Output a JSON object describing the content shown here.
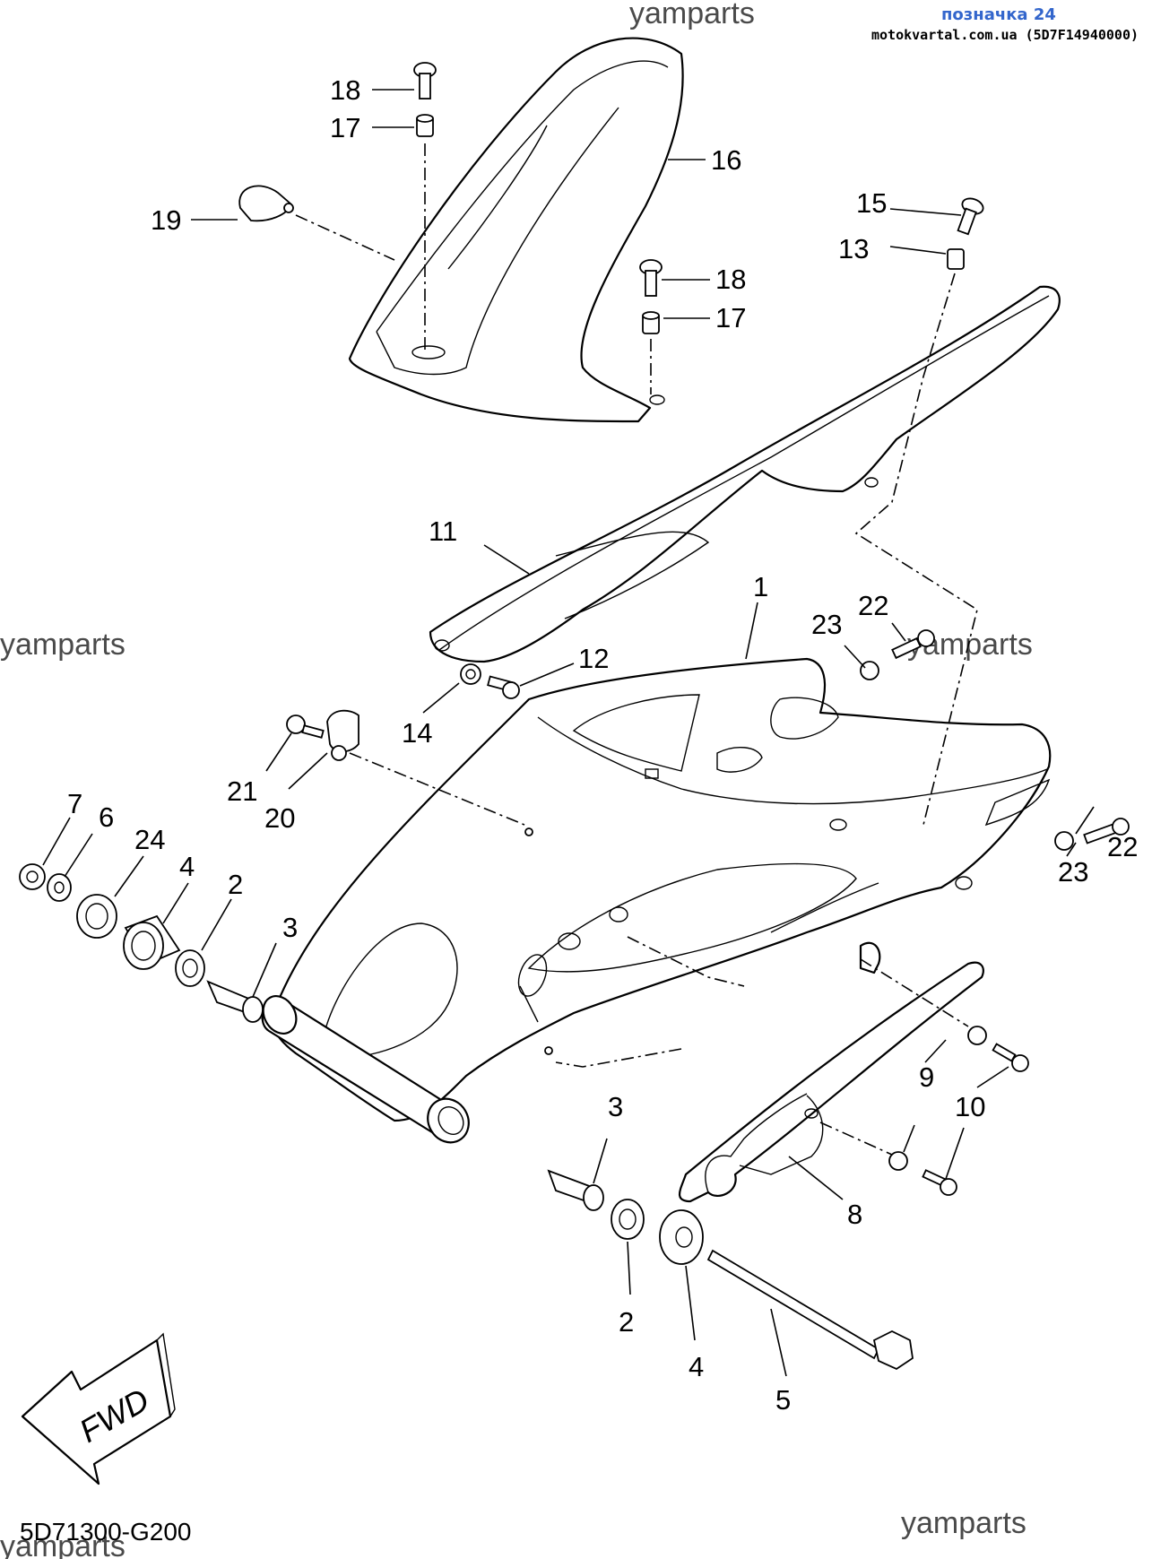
{
  "header": {
    "tag": "позначка 24",
    "site": "motokvartal.com.ua (5D7F14940000)"
  },
  "watermark": "yamparts",
  "diagram_code": "5D71300-G200",
  "fwd_label": "FWD",
  "callouts": [
    "1",
    "2",
    "3",
    "4",
    "5",
    "6",
    "7",
    "8",
    "9",
    "10",
    "11",
    "12",
    "13",
    "14",
    "15",
    "16",
    "17",
    "18",
    "19",
    "20",
    "21",
    "22",
    "23",
    "24"
  ]
}
